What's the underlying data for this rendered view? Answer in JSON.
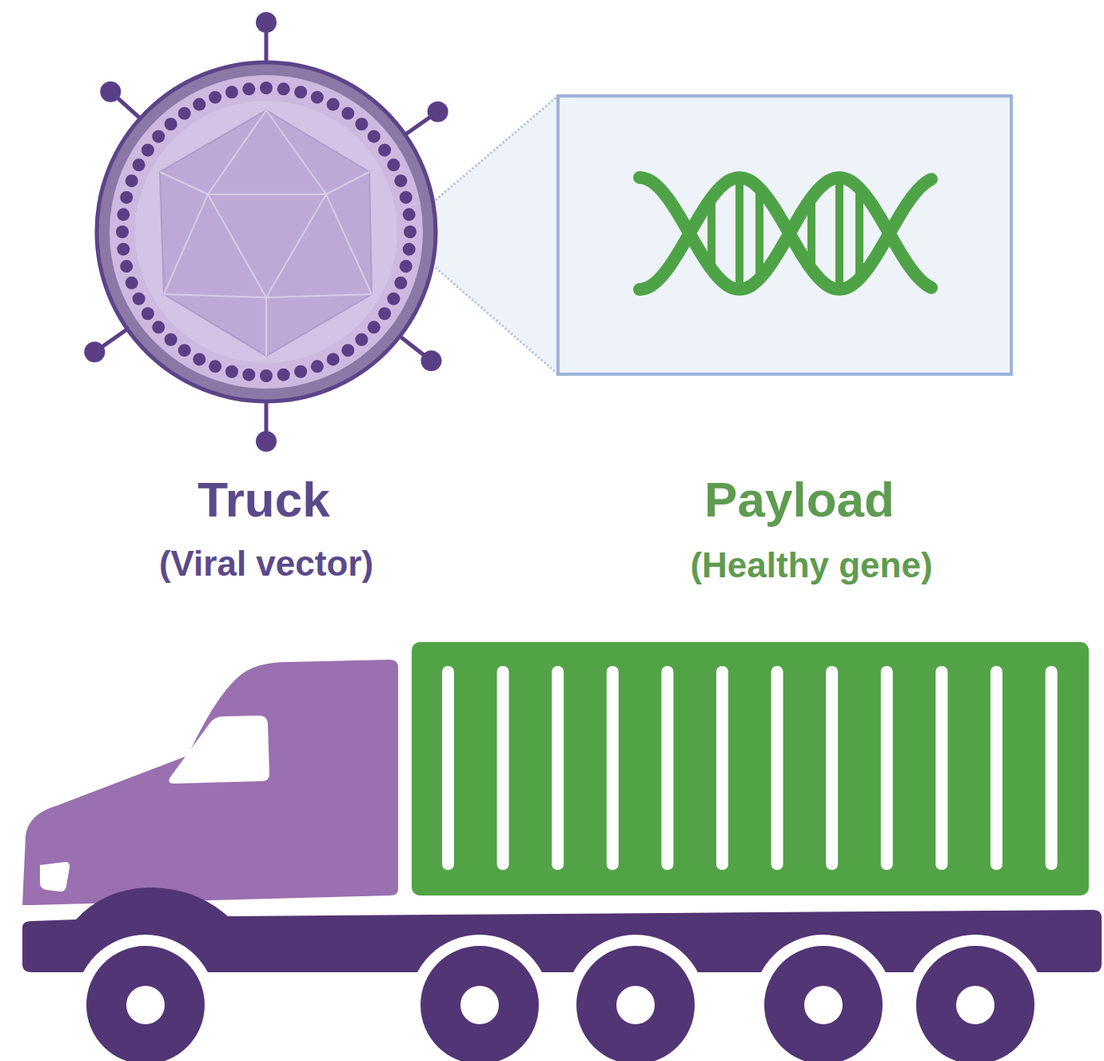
{
  "diagram": {
    "labels": [
      "Truck",
      "(Viral vector)",
      "Payload",
      "(Healthy gene)"
    ]
  }
}
